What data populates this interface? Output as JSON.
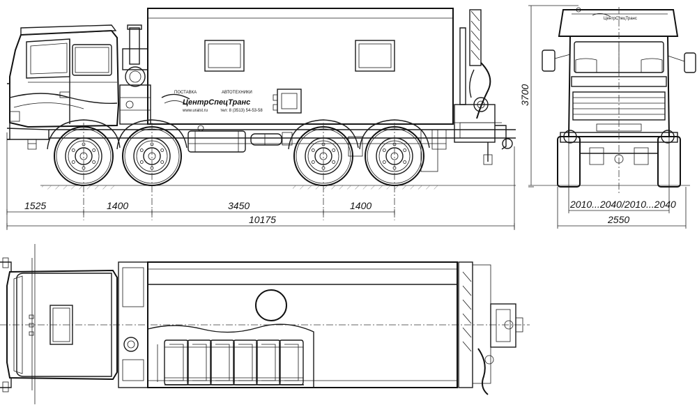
{
  "dimensions": {
    "front_overhang": "1525",
    "axle_1_2": "1400",
    "axle_2_3": "3450",
    "axle_3_4": "1400",
    "overall_length": "10175",
    "height": "3700",
    "track": "2010...2040/2010...2040",
    "width": "2550"
  },
  "body_logo": {
    "supply_label": "ПОСТАВКА",
    "service_label": "АВТОТЕХНИКИ",
    "brand": "ЦентрСпецТранс",
    "website": "www.uralst.ru",
    "phone": "тел: 8 (3513) 54-53-58"
  },
  "colors": {
    "line": "#1a1a1a",
    "background": "#ffffff"
  }
}
